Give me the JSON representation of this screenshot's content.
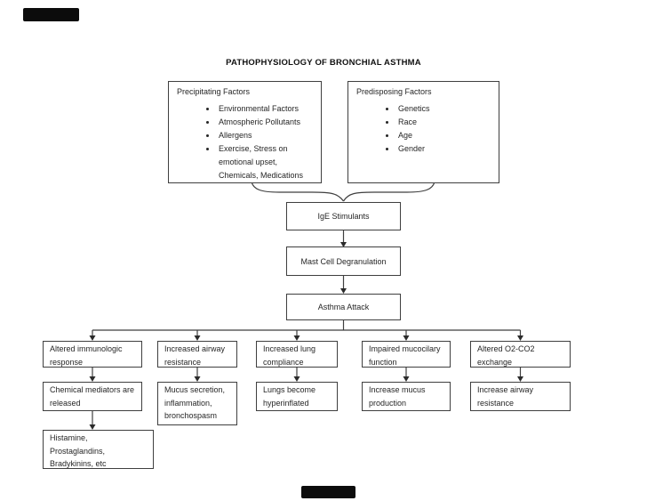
{
  "title": "PATHOPHYSIOLOGY OF BRONCHIAL ASTHMA",
  "colors": {
    "ink": "#2b2b2b",
    "background": "#ffffff"
  },
  "precipitating": {
    "heading": "Precipitating Factors",
    "items": [
      "Environmental Factors",
      "Atmospheric Pollutants",
      "Allergens",
      "Exercise, Stress on emotional upset, Chemicals, Medications"
    ]
  },
  "predisposing": {
    "heading": "Predisposing Factors",
    "items": [
      "Genetics",
      "Race",
      "Age",
      "Gender"
    ]
  },
  "chain": [
    "IgE Stimulants",
    "Mast Cell Degranulation",
    "Asthma Attack"
  ],
  "columns": [
    {
      "effect": "Altered immunologic response",
      "result": "Chemical mediators are released",
      "detail": "Histamine, Prostaglandins, Bradykinins, etc"
    },
    {
      "effect": "Increased airway resistance",
      "result": "Mucus secretion, inflammation, bronchospasm"
    },
    {
      "effect": "Increased lung compliance",
      "result": "Lungs become hyperinflated"
    },
    {
      "effect": "Impaired mucocilary function",
      "result": "Increase mucus production"
    },
    {
      "effect": "Altered O2-CO2 exchange",
      "result": "Increase airway resistance"
    }
  ]
}
